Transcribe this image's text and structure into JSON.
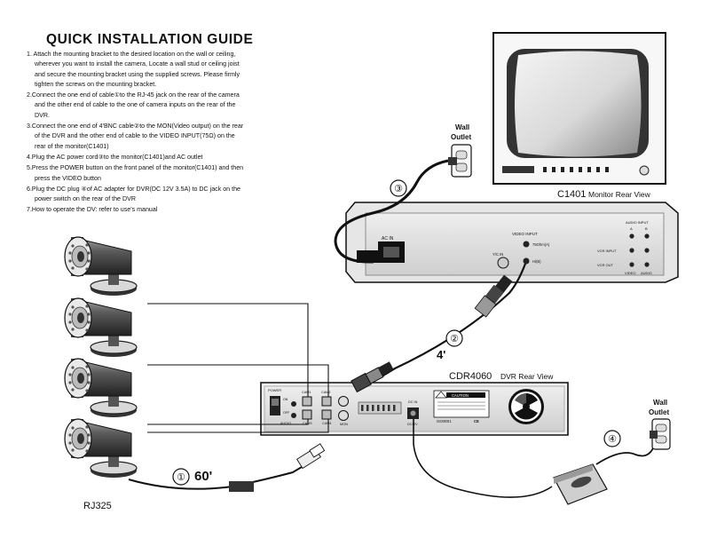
{
  "guide": {
    "title": "QUICK INSTALLATION GUIDE",
    "steps": [
      "1. Attach the mounting bracket to the desired location on the wall or ceiling, wherever you want to install the camera, Locate a wall stud or ceiling joist and secure the mounting bracket using the supplied screws. Please firmly tighten the screws on the mounting bracket.",
      "2.Connect the one end of cable①to the RJ-45 jack on the rear of the camera and the other end of cable to the one of camera inputs on the rear of the DVR.",
      "3.Connect the one end of 4'BNC cable②to the MON(Video output) on the rear of the DVR and the other end of cable to the VIDEO INPUT(75Ω) on the rear of the monitor(C1401)",
      "4.Plug the AC power cord③to the monitor(C1401)and AC outlet",
      "5.Press the POWER button on the front panel of the monitor(C1401) and then press the VIDEO button",
      "6.Plug the DC plug ④of AC adapter for DVR(DC 12V 3.5A) to DC jack on the power switch on the rear of the DVR",
      "7.How to operate the DV: refer to use's manual"
    ]
  },
  "monitor": {
    "model": "C1401",
    "caption": "Monitor Rear View",
    "panel": {
      "ac_in": "AC IN",
      "video_input": "VIDEO INPUT",
      "ohm": "75Ohm(A)",
      "hi": "Hi(B)",
      "yc_in": "Y/C IN",
      "audio_input": "AUDIO INPUT",
      "audio_a": "A",
      "audio_b": "B",
      "vcr_input": "VCR INPUT",
      "vcr_output": "VCR OUT",
      "video": "VIDEO",
      "audio": "AUDIO"
    }
  },
  "outlet_top": {
    "line1": "Wall",
    "line2": "Outlet"
  },
  "outlet_right": {
    "line1": "Wall",
    "line2": "Outlet"
  },
  "dvr": {
    "model": "CDR4060",
    "caption": "DVR Rear View",
    "panel": {
      "power": "POWER",
      "on": "ON",
      "off": "OFF",
      "cam1": "CAM1",
      "cam2": "CAM2",
      "cam3": "CAM3",
      "cam4": "CAM4",
      "audio": "AUDIO",
      "mon": "MON",
      "dc_in": "DC IN",
      "dc_volt": "DC12V",
      "caution": "CAUTION",
      "iso": "ISO9001",
      "ce": "CE"
    }
  },
  "callouts": {
    "c1": "①",
    "c1_len": "60'",
    "c2": "②",
    "c2_len": "4'",
    "c3": "③",
    "c4": "④"
  },
  "camera": {
    "model": "RJ325"
  }
}
